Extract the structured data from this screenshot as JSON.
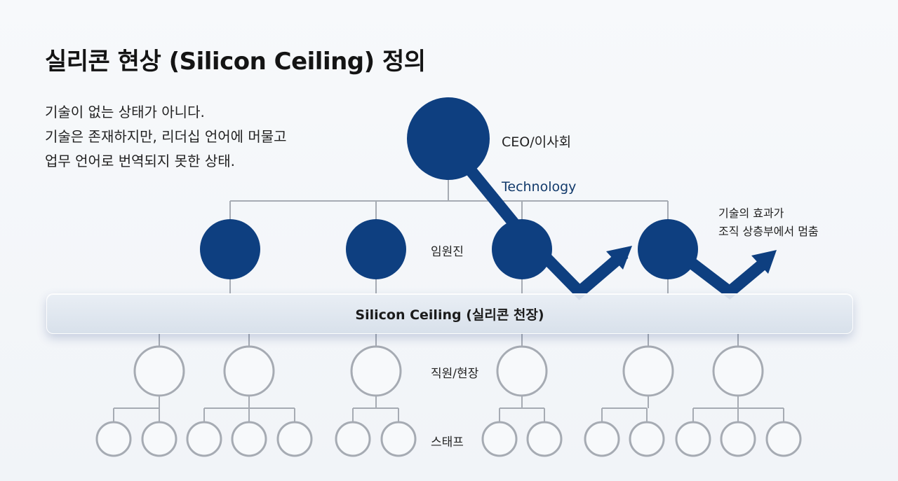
{
  "title": "실리콘 현상 (Silicon Ceiling) 정의",
  "description": [
    "기술이 없는 상태가 아니다.",
    "기술은 존재하지만, 리더십 언어에 머물고",
    "업무 언어로 번역되지 못한 상태."
  ],
  "levels": {
    "top": "CEO/이사회",
    "executives": "임원진",
    "staff": "직원/현장",
    "teams": "스태프"
  },
  "technology_label": "Technology",
  "note": [
    "기술의 효과가",
    "조직 상층부에서 멈춤"
  ],
  "ceiling_label": "Silicon Ceiling (실리콘 천장)",
  "colors": {
    "node_fill": "#0e3f80",
    "arrow": "#0e3f80",
    "connector": "#a6abb3",
    "outline_node": "#a6abb3",
    "technology_text": "#123a6b"
  }
}
